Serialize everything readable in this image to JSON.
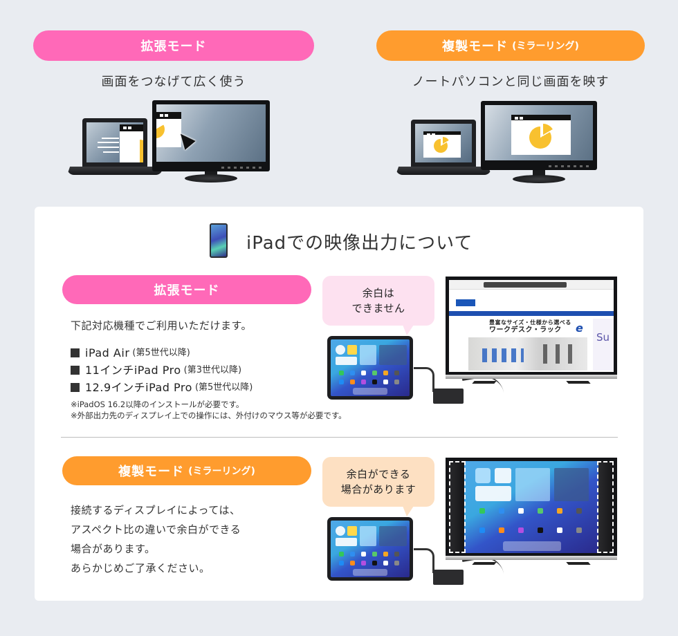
{
  "top": {
    "extend": {
      "label": "拡張モード",
      "caption": "画面をつなげて広く使う",
      "color": "#ff69b8"
    },
    "mirror": {
      "label": "複製モード",
      "label_sub": "(ミラーリング)",
      "caption": "ノートパソコンと同じ画面を映す",
      "color": "#ff9c2e"
    }
  },
  "ipad_section": {
    "title": "iPadでの映像出力について",
    "icon": "ipad-icon",
    "extend": {
      "label": "拡張モード",
      "intro": "下記対応機種でご利用いただけます。",
      "models": [
        {
          "name": "iPad Air",
          "gen": "(第5世代以降)"
        },
        {
          "name": "11インチiPad Pro",
          "gen": "(第3世代以降)"
        },
        {
          "name": "12.9インチiPad Pro",
          "gen": "(第5世代以降)"
        }
      ],
      "notes": [
        "※iPadOS 16.2以降のインストールが必要です。",
        "※外部出力先のディスプレイ上での操作には、外付けのマウス等が必要です。"
      ],
      "bubble": [
        "余白は",
        "できません"
      ],
      "screen": {
        "banner_line1": "豊富なサイズ・仕様から選べる",
        "banner_line2": "ワークデスク・ラック",
        "brand_mark": "e",
        "side_text": "Su"
      }
    },
    "mirror": {
      "label": "複製モード",
      "label_sub": "(ミラーリング)",
      "lines": [
        "接続するディスプレイによっては、",
        "アスペクト比の違いで余白ができる",
        "場合があります。",
        "あらかじめご了承ください。"
      ],
      "bubble": [
        "余白ができる",
        "場合があります"
      ]
    }
  },
  "colors": {
    "background": "#e9ecf1",
    "pink": "#ff69b8",
    "orange": "#ff9c2e",
    "pie": "#f8c12f",
    "bubble_pink": "#fde1f0",
    "bubble_peach": "#fde0c2"
  }
}
